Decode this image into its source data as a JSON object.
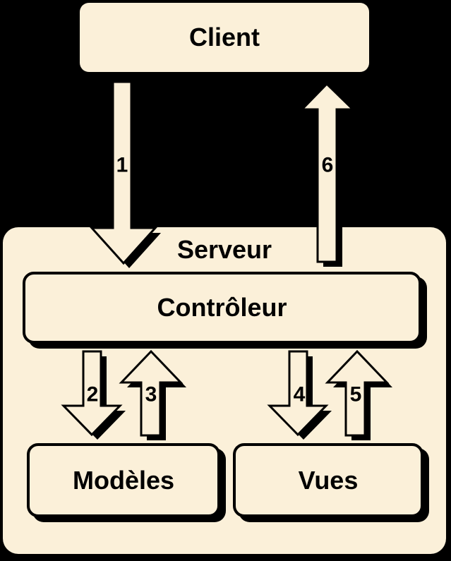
{
  "colors": {
    "background": "#000000",
    "box_fill": "#FBF0D9",
    "outline": "#000000",
    "text": "#000000"
  },
  "nodes": {
    "client": {
      "label": "Client"
    },
    "serveur": {
      "label": "Serveur"
    },
    "controleur": {
      "label": "Contrôleur"
    },
    "modeles": {
      "label": "Modèles"
    },
    "vues": {
      "label": "Vues"
    }
  },
  "arrows": [
    {
      "label": "1",
      "direction": "down",
      "from": "Client",
      "to": "Contrôleur"
    },
    {
      "label": "2",
      "direction": "down",
      "from": "Contrôleur",
      "to": "Modèles"
    },
    {
      "label": "3",
      "direction": "up",
      "from": "Modèles",
      "to": "Contrôleur"
    },
    {
      "label": "4",
      "direction": "down",
      "from": "Contrôleur",
      "to": "Vues"
    },
    {
      "label": "5",
      "direction": "up",
      "from": "Vues",
      "to": "Contrôleur"
    },
    {
      "label": "6",
      "direction": "up",
      "from": "Serveur",
      "to": "Client"
    }
  ]
}
